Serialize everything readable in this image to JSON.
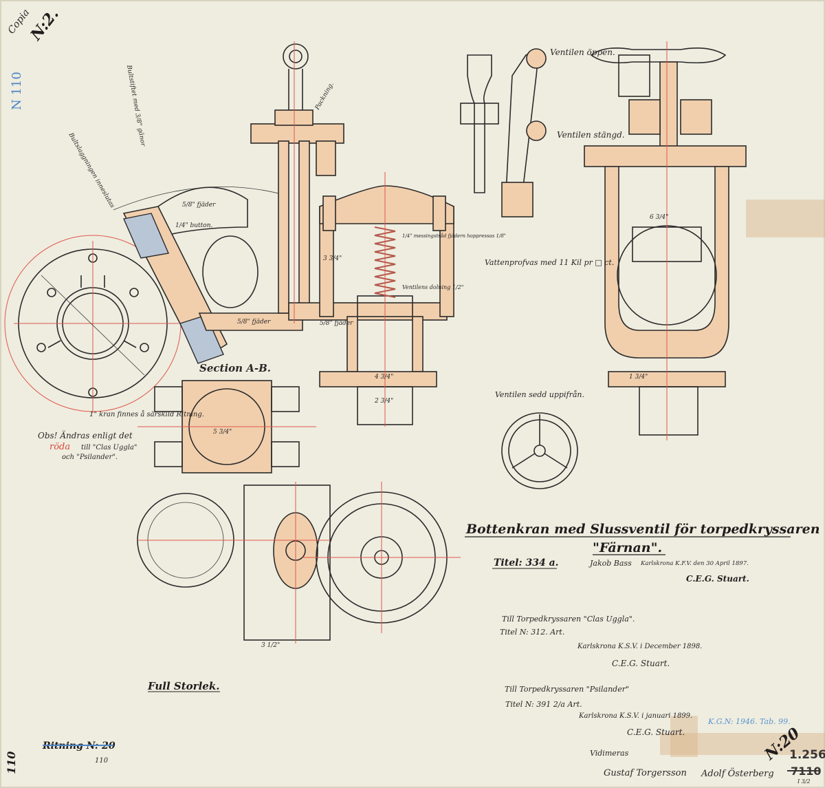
{
  "corner": {
    "copia": "Copia",
    "number": "N:2.",
    "blue_number": "N 110"
  },
  "title": {
    "line1": "Bottenkran med Slussventil för torpedkryssaren",
    "line2": "\"Färnan\".",
    "titel": "Titel: 334 a.",
    "pencil_name": "Jakob Bass",
    "place_date": "Karlskrona K.F.V. den 30 April 1897.",
    "signature": "C.E.G. Stuart."
  },
  "amendment1": {
    "line1": "Till Torpedkryssaren \"Clas Uggla\".",
    "line2": "Titel N: 312. Art.",
    "place_date": "Karlskrona K.S.V. i December 1898.",
    "signature": "C.E.G. Stuart."
  },
  "amendment2": {
    "line1": "Till Torpedkryssaren \"Psilander\"",
    "line2": "Titel N: 391 2/a Art.",
    "place_date": "Karlskrona K.S.V. i januari 1899.",
    "signature": "C.E.G. Stuart."
  },
  "archive": {
    "blue_ref": "K.G.N: 1946. Tab. 99.",
    "stamp_no": "N:20",
    "number": "1.256",
    "struck_number": "7110",
    "vidimeras": "Vidimeras",
    "sig1": "Gustaf Torgersson",
    "sig2": "Adolf Österberg",
    "small_ref": "I 3/2"
  },
  "labels": {
    "ventilen_oppen": "Ventilen öppen.",
    "ventilen_stangd": "Ventilen stängd.",
    "vattenprofvas": "Vattenprofvas med 11 Kil pr □ ct.",
    "ventilen_sedd": "Ventilen sedd uppifrån.",
    "section": "Section A-B.",
    "kran_finnes": "1\" kran finnes å särskild Ritning.",
    "obs_1": "Obs! Ändras enligt det",
    "obs_roda": "röda",
    "obs_2": "till \"Clas Uggla\"",
    "obs_3": "och \"Psilander\".",
    "full_storlek": "Full Storlek.",
    "ritning_no": "Ritning N: 20",
    "pencil_110": "110",
    "stamp_110": "110",
    "packning": "Packning.",
    "fjader_1": "5/8\" fjäder",
    "fjader_2": "5/8\" fjäder",
    "fjader_3": "5/8\" fjäder",
    "button": "1/4\" button.",
    "spring_note": "1/4\" messingstråd fjädern hoppressas 1/8\"",
    "lift_note": "Ventilens dolning 1/2\"",
    "pinne": "Bultstiftet med 3/8\" gänor",
    "slaggning": "Bultslaggningen inneslutas",
    "dim_a": "3 3/4\"",
    "dim_b": "4 3/4\"",
    "dim_c": "2 3/4\"",
    "dim_d": "6 3/4\"",
    "dim_e": "3 1/2\"",
    "dim_f": "1 3/4\"",
    "dim_g": "5 3/4\""
  }
}
